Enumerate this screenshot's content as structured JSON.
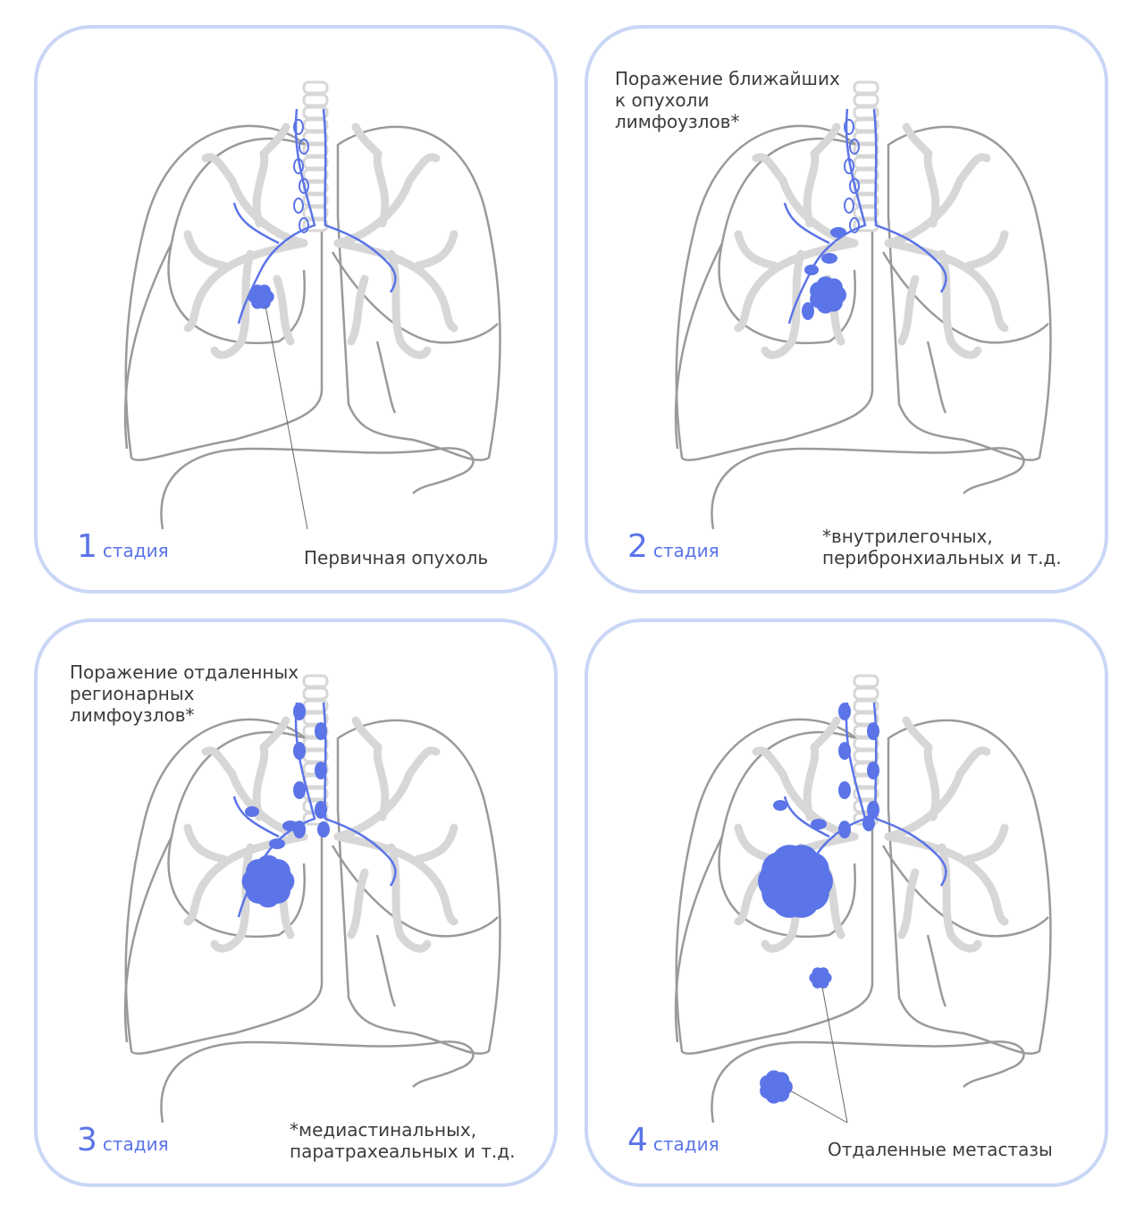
{
  "colors": {
    "outline": "#9a9a9a",
    "bronchi": "#d7d7d7",
    "accent": "#5b74e8",
    "border": "#c9d6f6"
  },
  "panels": [
    {
      "stage_number": "1",
      "stage_word": "стадия",
      "caption": "Первичная опухоль"
    },
    {
      "stage_number": "2",
      "stage_word": "стадия",
      "note": "Поражение ближайших\nк опухоли\nлимфоузлов*",
      "footnote": "*внутрилегочных,\nперибронхиальных и т.д."
    },
    {
      "stage_number": "3",
      "stage_word": "стадия",
      "note": "Поражение отдаленных\nрегионарных\nлимфоузлов*",
      "footnote": "*медиастинальных,\nпаратрахеальных и т.д."
    },
    {
      "stage_number": "4",
      "stage_word": "стадия",
      "caption": "Отдаленные метастазы"
    }
  ]
}
